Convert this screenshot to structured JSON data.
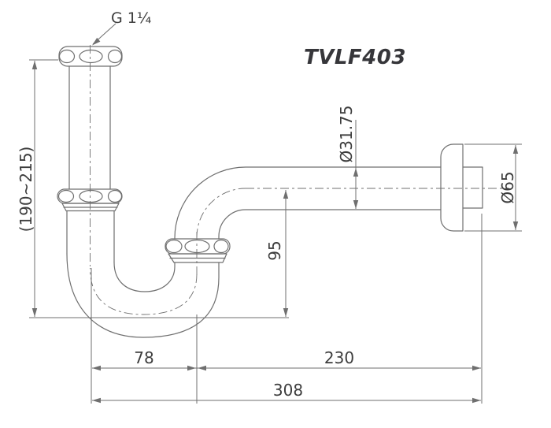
{
  "title": "TVLF403",
  "labels": {
    "thread": "G 1¼",
    "pipe_diameter": "Ø31.75",
    "flange_diameter": "Ø65",
    "height_range": "(190~215)",
    "trap_depth": "95",
    "offset_left": "78",
    "offset_right": "230",
    "total_width": "308"
  },
  "colors": {
    "line": "#6f6f6f",
    "text": "#3d3d3d",
    "title": "#36363a",
    "background": "#ffffff"
  }
}
